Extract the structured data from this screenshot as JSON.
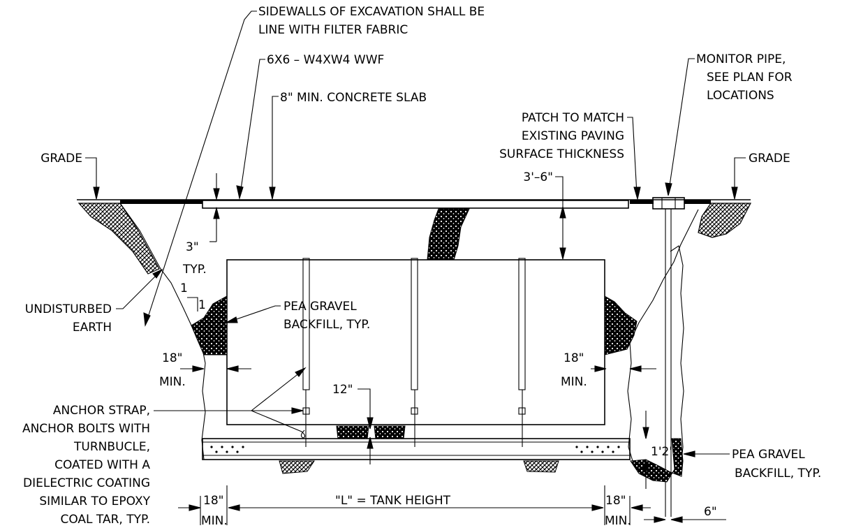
{
  "labels": {
    "sidewalls_line1": "SIDEWALLS OF EXCAVATION SHALL BE",
    "sidewalls_line2": "LINE WITH FILTER FABRIC",
    "wwf": "6X6 – W4XW4 WWF",
    "slab": "8\" MIN. CONCRETE SLAB",
    "monitor_line1": "MONITOR PIPE,",
    "monitor_line2": "SEE PLAN FOR",
    "monitor_line3": "LOCATIONS",
    "patch_line1": "PATCH TO MATCH",
    "patch_line2": "EXISTING PAVING",
    "patch_line3": "SURFACE THICKNESS",
    "grade_left": "GRADE",
    "grade_right": "GRADE",
    "depth": "3'–6\"",
    "three_in": "3\"",
    "typ": "TYP.",
    "slope_run": "1",
    "slope_rise": "1",
    "undisturbed_line1": "UNDISTURBED",
    "undisturbed_line2": "EARTH",
    "pea_gravel_1_line1": "PEA GRAVEL",
    "pea_gravel_1_line2": "BACKFILL, TYP.",
    "left_clear_dim": "18\"",
    "left_clear_min": "MIN.",
    "right_clear_dim": "18\"",
    "right_clear_min": "MIN.",
    "twelve_in": "12\"",
    "anchor_line1": "ANCHOR STRAP,",
    "anchor_line2": "ANCHOR BOLTS WITH",
    "anchor_line3": "TURNBUCLE,",
    "anchor_line4": "COATED WITH A",
    "anchor_line5": "DIELECTRIC COATING",
    "anchor_line6": "SIMILAR TO EPOXY",
    "anchor_line7": "COAL TAR, TYP.",
    "one_two": "1'2\"",
    "pea_gravel_2_line1": "PEA GRAVEL",
    "pea_gravel_2_line2": "BACKFILL, TYP.",
    "bottom_left_dim": "18\"",
    "bottom_left_min": "MIN.",
    "tank_height": "\"L\" = TANK HEIGHT",
    "bottom_right_dim": "18\"",
    "bottom_right_min": "MIN.",
    "six_in": "6\""
  }
}
